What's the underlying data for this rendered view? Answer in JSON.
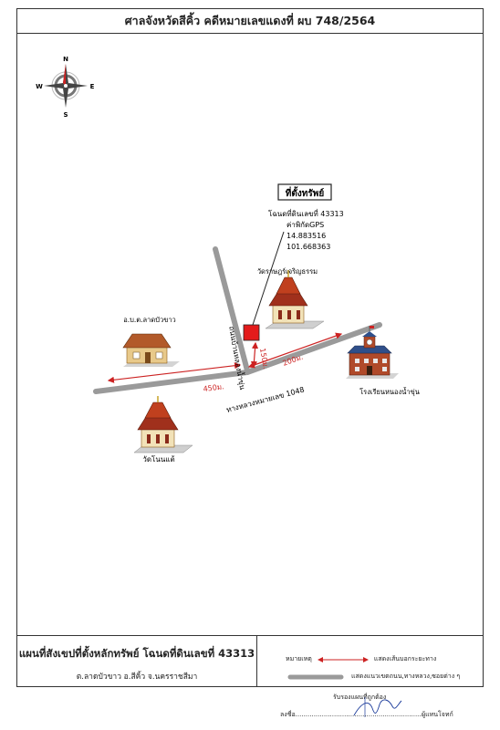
{
  "header": {
    "title": "ศาลจังหวัดสีคิ้ว คดีหมายเลขแดงที่ ผบ 748/2564"
  },
  "compass": {
    "n": "N",
    "s": "S",
    "e": "E",
    "w": "W"
  },
  "location_box": {
    "title": "ที่ตั้งทรัพย์",
    "deed": "โฉนดที่ดินเลขที่ 43313",
    "gps_label": "ค่าพิกัดGPS",
    "lat": "14.883516",
    "lng": "101.668363"
  },
  "landmarks": {
    "temple_north": "วัดราษฎร์เจริญธรรม",
    "tambon_office": "อ.บ.ต.ลาดบัวขาว",
    "temple_south": "วัดโนนแต้",
    "school": "โรงเรียนหนองน้ำขุ่น"
  },
  "roads": {
    "side_road": "ถนนบ้านหลองน้ำขุ่น",
    "highway": "ทางหลวงหมายเลข 1048"
  },
  "distances": {
    "d150": "150ม.",
    "d200": "200ม.",
    "d450": "450ม."
  },
  "footer": {
    "title": "แผนที่สังเขปที่ตั้งหลักทรัพย์ โฉนดที่ดินเลขที่ 43313",
    "subtitle": "ต.ลาดบัวขาว  อ.สีคิ้ว  จ.นครราชสีมา",
    "legend_note": "หมายเหตุ",
    "legend_arrow": "แสดงเส้นบอกระยะทาง",
    "legend_road": "แสดงแนวเขตถนน,ทางหลวง,ซอยต่าง ๆ"
  },
  "signature": {
    "certify": "รับรองแผนที่ถูกต้อง",
    "sign_label": "ลงชื่อ...............................................................",
    "representative": "ผู้แทนโจทก์"
  },
  "colors": {
    "road": "#9a9a9a",
    "arrow": "#cc2222",
    "marker": "#e31b1b"
  }
}
